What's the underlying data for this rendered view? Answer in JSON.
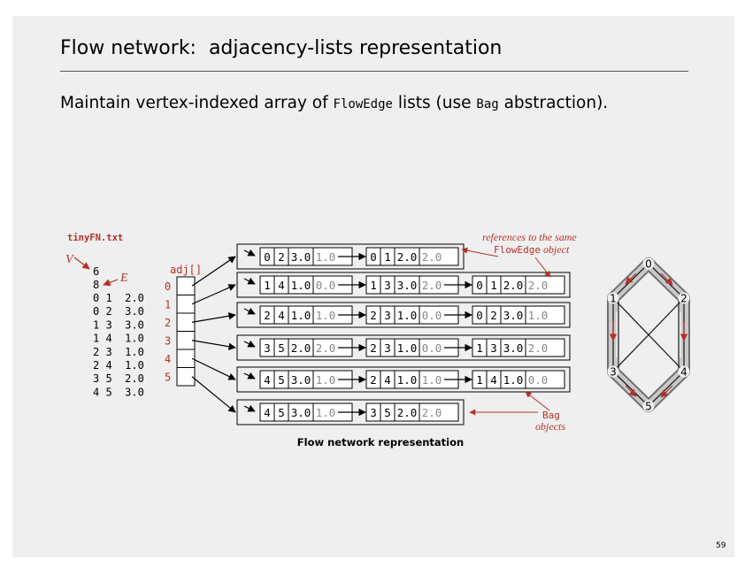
{
  "slide": {
    "title": "Flow network:  adjacency-lists representation",
    "subtitle_pre": "Maintain vertex-indexed array of ",
    "subtitle_code1": "FlowEdge",
    "subtitle_mid": " lists (use ",
    "subtitle_code2": "Bag",
    "subtitle_post": " abstraction).",
    "page_number": "59"
  },
  "file": {
    "name": "tinyFN.txt",
    "v_label": "V",
    "e_label": "E",
    "v_value": "6",
    "e_value": "8",
    "edges": [
      "0 1  2.0",
      "0 2  3.0",
      "1 3  3.0",
      "1 4  1.0",
      "2 3  1.0",
      "2 4  1.0",
      "3 5  2.0",
      "4 5  3.0"
    ]
  },
  "adj": {
    "label": "adj[]",
    "indices": [
      "0",
      "1",
      "2",
      "3",
      "4",
      "5"
    ]
  },
  "bags": [
    [
      [
        "0",
        "2",
        "3.0",
        "1.0"
      ],
      [
        "0",
        "1",
        "2.0",
        "2.0"
      ]
    ],
    [
      [
        "1",
        "4",
        "1.0",
        "0.0"
      ],
      [
        "1",
        "3",
        "3.0",
        "2.0"
      ],
      [
        "0",
        "1",
        "2.0",
        "2.0"
      ]
    ],
    [
      [
        "2",
        "4",
        "1.0",
        "1.0"
      ],
      [
        "2",
        "3",
        "1.0",
        "0.0"
      ],
      [
        "0",
        "2",
        "3.0",
        "1.0"
      ]
    ],
    [
      [
        "3",
        "5",
        "2.0",
        "2.0"
      ],
      [
        "2",
        "3",
        "1.0",
        "0.0"
      ],
      [
        "1",
        "3",
        "3.0",
        "2.0"
      ]
    ],
    [
      [
        "4",
        "5",
        "3.0",
        "1.0"
      ],
      [
        "2",
        "4",
        "1.0",
        "1.0"
      ],
      [
        "1",
        "4",
        "1.0",
        "0.0"
      ]
    ],
    [
      [
        "4",
        "5",
        "3.0",
        "1.0"
      ],
      [
        "3",
        "5",
        "2.0",
        "2.0"
      ]
    ]
  ],
  "annotations": {
    "ref_line1": "references to the same",
    "ref_code": "FlowEdge",
    "ref_line2": " object",
    "bag_code": "Bag",
    "bag_line2": "objects",
    "caption": "Flow network representation"
  },
  "graph": {
    "vertices": [
      "0",
      "1",
      "2",
      "3",
      "4",
      "5"
    ]
  },
  "colors": {
    "accent": "#b5302a",
    "flow_text": "#888888",
    "background": "#efefef"
  }
}
